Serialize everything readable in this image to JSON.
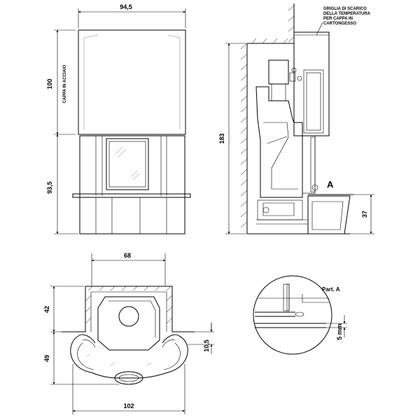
{
  "front_view": {
    "dim_width": "94,5",
    "dim_hood_height": "100",
    "dim_base_height": "93,5",
    "hood_label": "CAPPA IN ACCIAIO"
  },
  "side_view": {
    "dim_total_height": "183",
    "dim_bench_height": "37",
    "grille_note_line1": "GRIGLIA DI SCARICO",
    "grille_note_line2": "DELLA TEMPERATURA",
    "grille_note_line3": "PER CAPPA IN",
    "grille_note_line4": "CARTONGESSO",
    "detail_marker": "A"
  },
  "plan_view": {
    "dim_niche_width": "68",
    "dim_niche_depth": "42",
    "dim_hearth_depth": "49",
    "dim_hearth_width": "102",
    "dim_gap": "10,5"
  },
  "detail_view": {
    "title": "Part. A",
    "dim_gap": "5 mm"
  }
}
